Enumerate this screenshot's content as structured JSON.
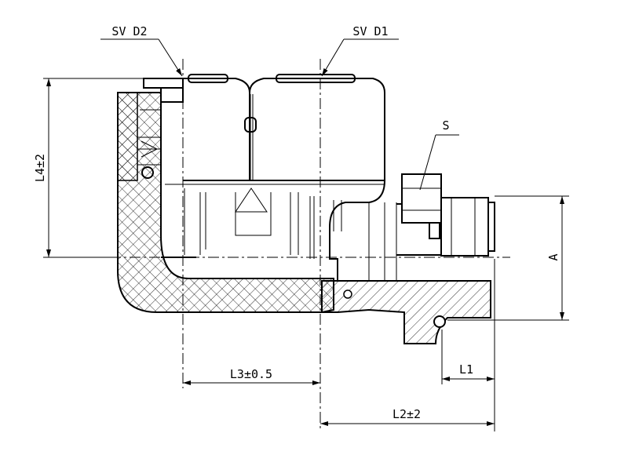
{
  "drawing": {
    "labels": {
      "sv_d2": "SV D2",
      "sv_d1": "SV D1",
      "s": "S",
      "l4": "L4±2",
      "a": "A",
      "l3": "L3±0.5",
      "l1": "L1",
      "l2": "L2±2"
    },
    "line_color": "#000000",
    "background": "#ffffff"
  }
}
